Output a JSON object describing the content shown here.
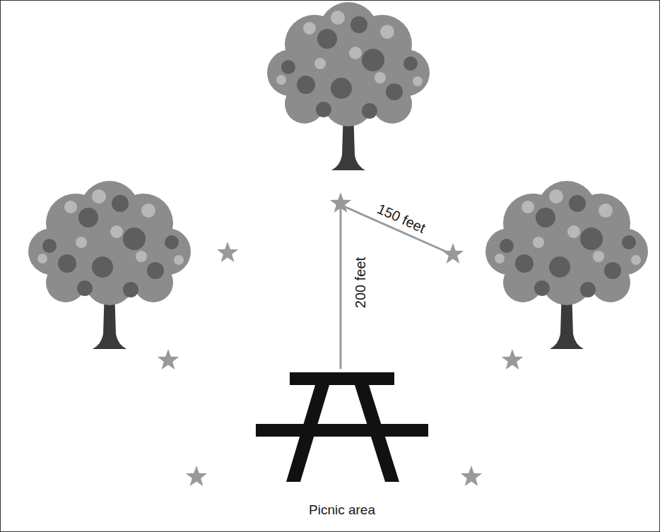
{
  "diagram": {
    "labels": [
      "150 feet",
      "200 feet",
      "Picnic area"
    ]
  }
}
